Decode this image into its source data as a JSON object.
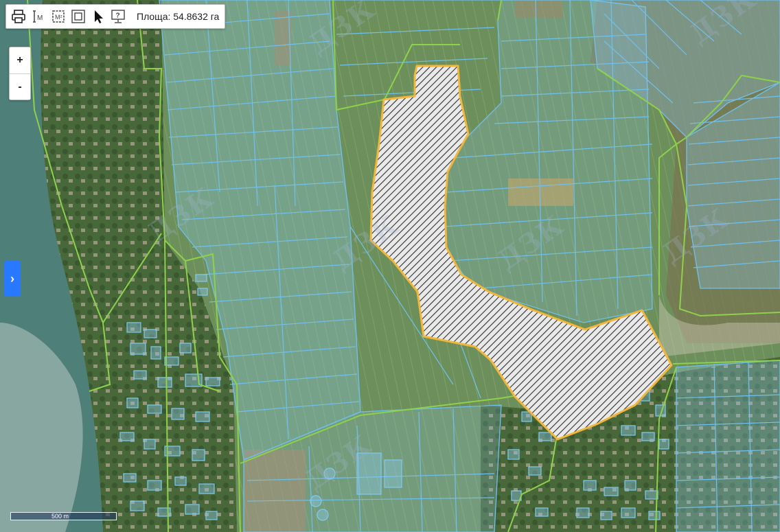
{
  "toolbar": {
    "tools": [
      {
        "name": "print-tool",
        "icon": "printer-icon"
      },
      {
        "name": "measure-distance-tool",
        "icon": "ruler-icon",
        "label": "M"
      },
      {
        "name": "measure-area-tool",
        "icon": "area-icon",
        "label": "M²"
      },
      {
        "name": "select-rectangle-tool",
        "icon": "frame-icon"
      },
      {
        "name": "pointer-tool",
        "icon": "cursor-icon"
      },
      {
        "name": "help-tool",
        "icon": "help-icon",
        "label": "?"
      }
    ],
    "area_text": "Площа: 54.8632 га"
  },
  "zoom": {
    "in_label": "+",
    "out_label": "-"
  },
  "side_panel": {
    "toggle_label": "›"
  },
  "scale": {
    "label": "500 m"
  },
  "map": {
    "colors": {
      "parcel_fill": "rgba(140,200,235,0.33)",
      "parcel_border": "#6fc1f0",
      "boundary_green": "#8ed14a",
      "selection_border": "#f2b63b",
      "selection_hatch": "#333333",
      "river": "#4e7f78",
      "accent_blue": "#2979ff"
    }
  },
  "watermark": {
    "text": "ДЗК"
  }
}
